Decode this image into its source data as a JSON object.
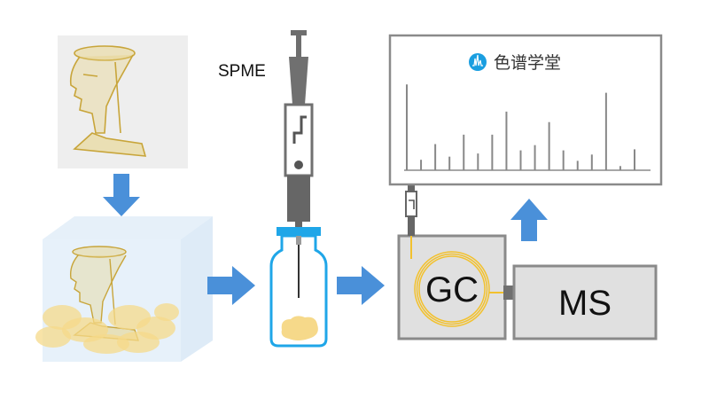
{
  "labels": {
    "spme": "SPME",
    "gc": "GC",
    "ms": "MS"
  },
  "brand": {
    "name": "色谱学堂",
    "icon": "chromatogram-logo-icon",
    "color": "#1a9ee0"
  },
  "colors": {
    "arrow": "#4a90d9",
    "box_fill": "#e0e0e0",
    "box_stroke": "#8a8a8a",
    "vial_cap": "#1fa6e8",
    "vial_outline": "#1fa6e8",
    "column_coil": "#f2c12e",
    "sample_blob": "#f6d98a",
    "syringe": "#6e6e6e"
  },
  "chromatogram": {
    "peaks": [
      0.82,
      0.1,
      0.25,
      0.13,
      0.34,
      0.16,
      0.34,
      0.56,
      0.19,
      0.24,
      0.46,
      0.19,
      0.09,
      0.15,
      0.74,
      0.04,
      0.2
    ]
  }
}
